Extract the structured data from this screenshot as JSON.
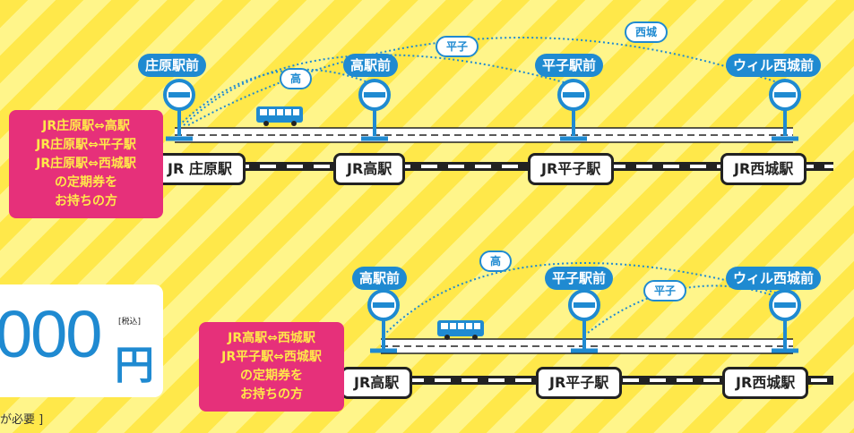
{
  "route1": {
    "stops": [
      "庄原駅前",
      "高駅前",
      "平子駅前",
      "ウィル西城前"
    ],
    "arc_labels": [
      "高",
      "平子",
      "西城"
    ],
    "stations": [
      "JR 庄原駅",
      "JR高駅",
      "JR平子駅",
      "JR西城駅"
    ],
    "note": "JR庄原駅⇔高駅\nJR庄原駅⇔平子駅\nJR庄原駅⇔西城駅\nの定期券を\nお持ちの方"
  },
  "route2": {
    "stops": [
      "高駅前",
      "平子駅前",
      "ウィル西城前"
    ],
    "arc_labels": [
      "高",
      "平子"
    ],
    "stations": [
      "JR高駅",
      "JR平子駅",
      "JR西城駅"
    ],
    "note": "JR高駅⇔西城駅\nJR平子駅⇔西城駅\nの定期券を\nお持ちの方"
  },
  "price": {
    "amount": "000",
    "tax": "[税込]",
    "currency": "円"
  },
  "footnote": "が必要 ]",
  "colors": {
    "blue": "#1f8ad1",
    "magenta": "#e6307a",
    "yellow": "#ffe84a",
    "dark": "#222222"
  }
}
